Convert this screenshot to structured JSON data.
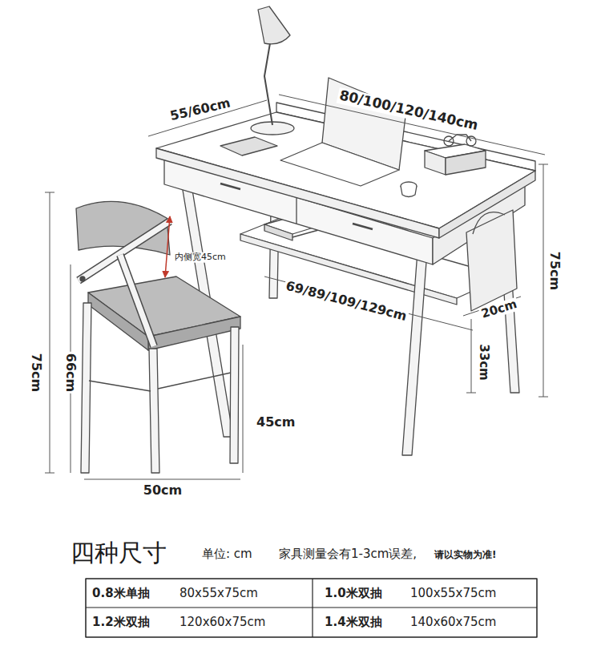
{
  "diagram": {
    "title": "四种尺寸",
    "labels": [
      "55/60cm",
      "80/100/120/140cm",
      "内侧宽45cm",
      "75cm",
      "69/89/109/129cm",
      "20cm",
      "33cm",
      "75cm",
      "66cm",
      "45cm",
      "50cm",
      "单位: cm",
      "家具测量会有1-3cm误差,",
      "请以实物为准!",
      "0.8米单抽",
      "80x55x75cm",
      "1.0米双抽",
      "100x55x75cm",
      "1.2米双抽",
      "120x60x75cm",
      "1.4米双抽",
      "140x60x75cm"
    ]
  }
}
